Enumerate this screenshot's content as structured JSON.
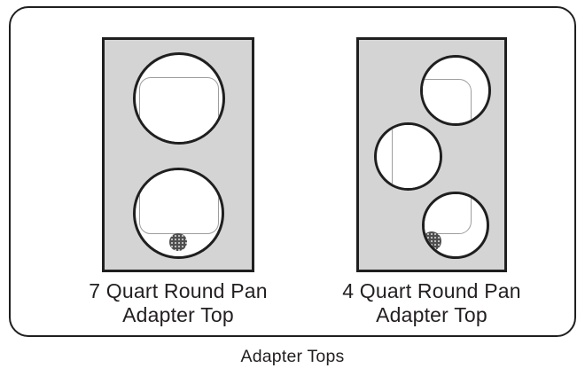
{
  "figure": {
    "caption": "Adapter Tops",
    "panels": [
      {
        "id": "7-quart",
        "label_line1": "7 Quart Round Pan",
        "label_line2": "Adapter Top",
        "hole_count": 2
      },
      {
        "id": "4-quart",
        "label_line1": "4 Quart Round Pan",
        "label_line2": "Adapter Top",
        "hole_count": 3
      }
    ],
    "colors": {
      "background": "#ffffff",
      "plate_fill": "#d4d4d4",
      "outline": "#1f1f1f",
      "pan_outline": "#9e9e9e",
      "vent_fill": "#4f4f4f",
      "text": "#231f20"
    }
  }
}
